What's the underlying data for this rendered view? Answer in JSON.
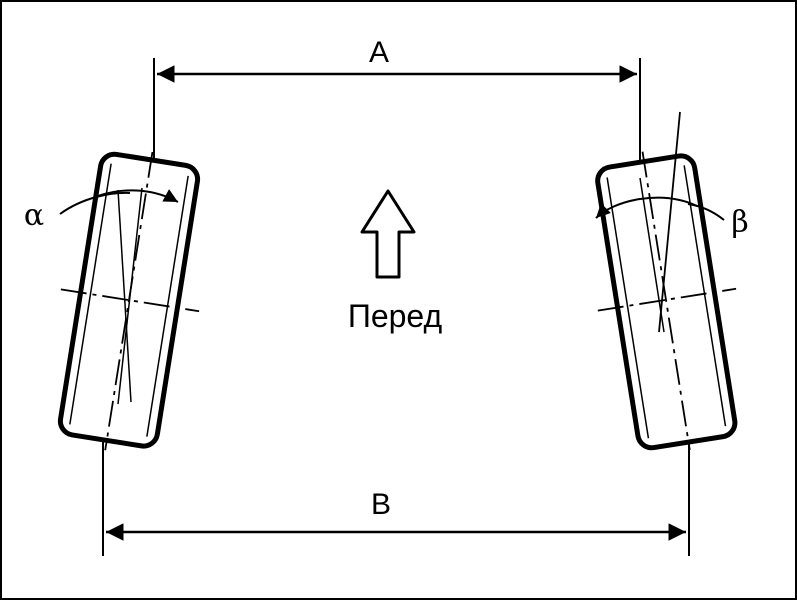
{
  "diagram": {
    "dimension_top_label": "A",
    "dimension_bottom_label": "B",
    "left_angle_label": "α",
    "right_angle_label": "β",
    "direction_label": "Перед",
    "line_color": "#000000",
    "background_color": "#ffffff"
  }
}
